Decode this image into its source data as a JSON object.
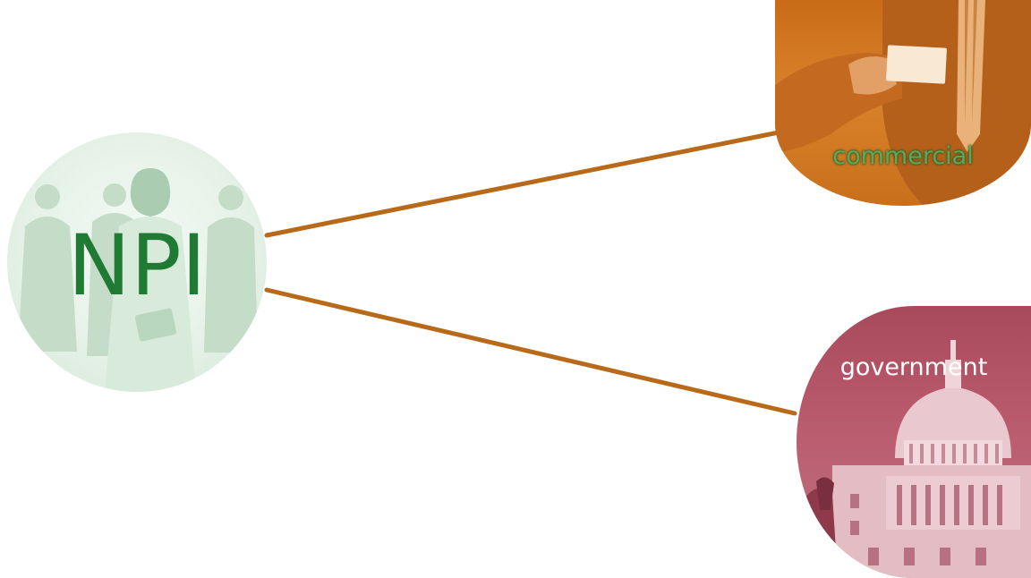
{
  "diagram": {
    "nodes": {
      "npi": {
        "label": "NPI",
        "image": "healthcare-staff-photo"
      },
      "commercial": {
        "label": "commercial",
        "image": "business-card-photo"
      },
      "government": {
        "label": "government",
        "image": "capitol-building-photo"
      }
    },
    "edges": [
      {
        "from": "NPI",
        "to": "commercial"
      },
      {
        "from": "NPI",
        "to": "government"
      }
    ],
    "colors": {
      "connector": "#b8691a",
      "npi_text": "#1f7a33",
      "npi_bg": "#e6f2e8",
      "commercial_bg": "#d9822a",
      "commercial_text": "#5fa85b",
      "government_bg": "#b85a6c",
      "government_text": "#ffffff"
    }
  }
}
